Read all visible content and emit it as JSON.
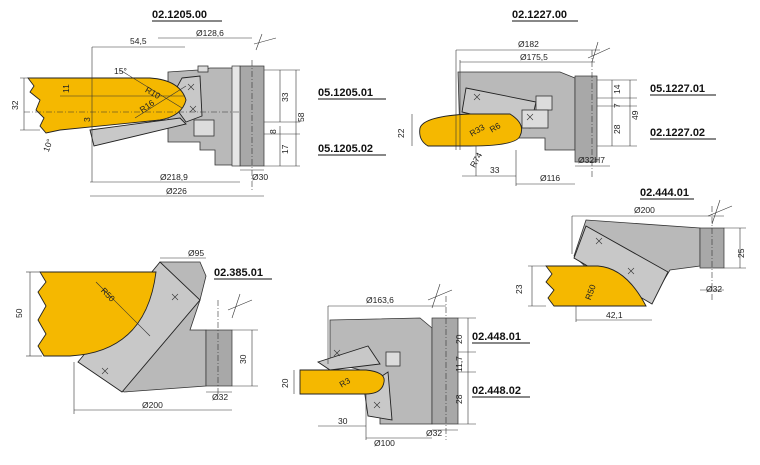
{
  "assemblies": [
    {
      "id": "a1",
      "codes": [
        "02.1205.00",
        "05.1205.01",
        "05.1205.02"
      ],
      "dims": [
        "54,5",
        "Ø128,6",
        "15°",
        "11",
        "R10",
        "R16",
        "32",
        "3",
        "10°",
        "33",
        "58",
        "8",
        "17",
        "Ø218,9",
        "Ø226",
        "Ø30"
      ]
    },
    {
      "id": "a2",
      "codes": [
        "02.1227.00",
        "05.1227.01",
        "02.1227.02"
      ],
      "dims": [
        "Ø182",
        "Ø175,5",
        "14",
        "7",
        "49",
        "28",
        "R33",
        "R6",
        "22",
        "R74",
        "33",
        "Ø116",
        "Ø32H7"
      ]
    },
    {
      "id": "a3",
      "codes": [
        "02.385.01"
      ],
      "dims": [
        "Ø95",
        "50",
        "R50",
        "30",
        "Ø200",
        "Ø32"
      ]
    },
    {
      "id": "a4",
      "codes": [
        "02.448.01",
        "02.448.02"
      ],
      "dims": [
        "Ø163,6",
        "20",
        "11,7",
        "20",
        "R3",
        "28",
        "30",
        "Ø100",
        "Ø32"
      ]
    },
    {
      "id": "a5",
      "codes": [
        "02.444.01"
      ],
      "dims": [
        "Ø200",
        "25",
        "23",
        "R50",
        "Ø32",
        "42,1"
      ]
    }
  ]
}
